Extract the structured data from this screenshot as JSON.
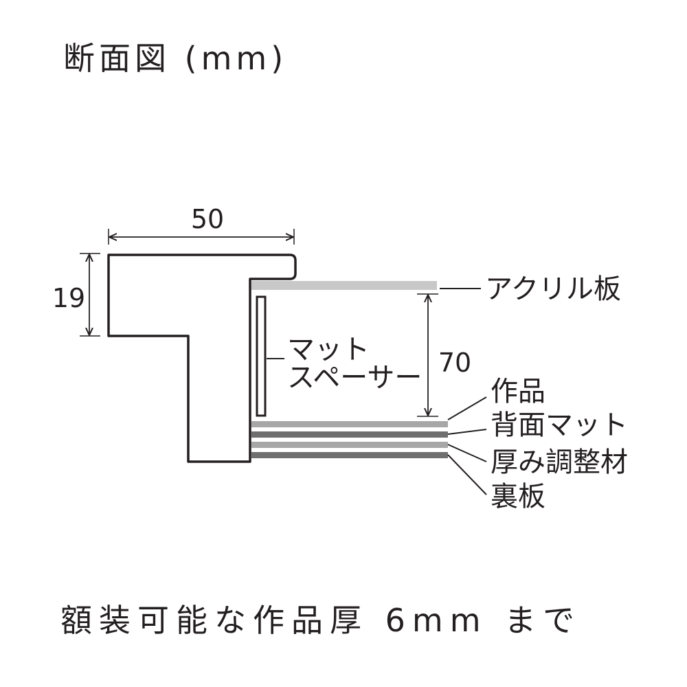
{
  "title": "断面図 (mm)",
  "footer": "額装可能な作品厚 6mm まで",
  "dimensions": {
    "width": "50",
    "height": "19",
    "depth": "70"
  },
  "labels": {
    "acrylic": "アクリル板",
    "mat_spacer_line1": "マット",
    "mat_spacer_line2": "スペーサー",
    "artwork": "作品",
    "back_mat": "背面マット",
    "thickness_adjuster": "厚み調整材",
    "back_board": "裏板"
  },
  "colors": {
    "ink": "#231f20",
    "acrylic": "#c8c8c8",
    "layer_light": "#a7a7a7",
    "layer_dark": "#6f6f6f"
  }
}
